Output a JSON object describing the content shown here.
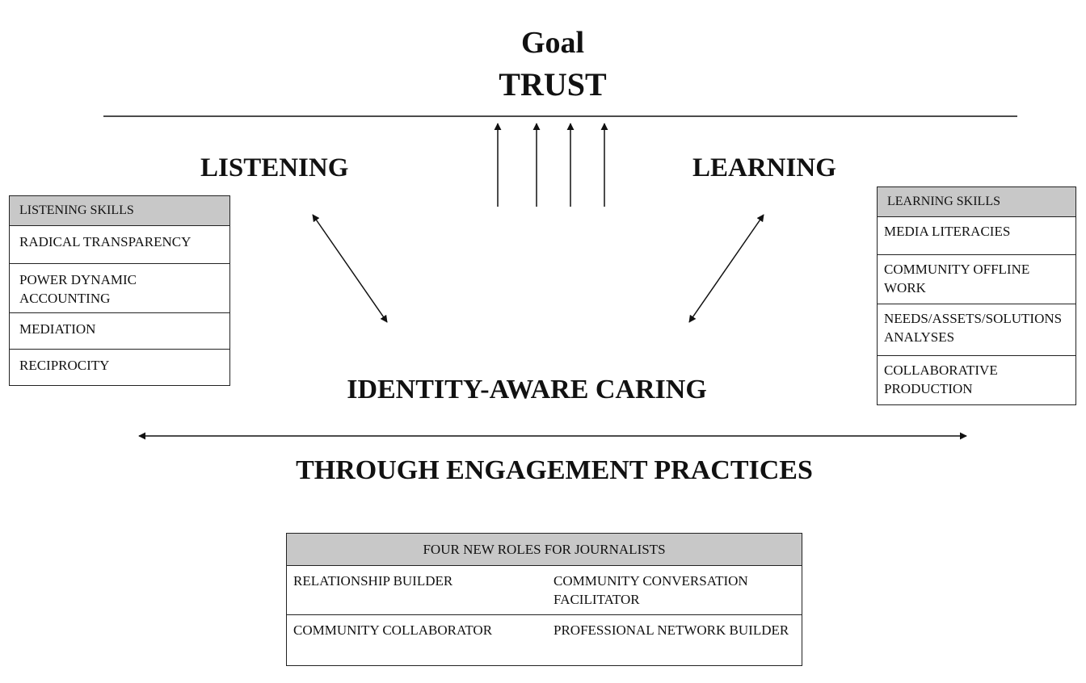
{
  "goal_label": "Goal",
  "goal_value": "TRUST",
  "listening_heading": "LISTENING",
  "learning_heading": "LEARNING",
  "center_heading": "IDENTITY-AWARE CARING",
  "engagement_heading": "THROUGH ENGAGEMENT PRACTICES",
  "listening_skills": {
    "title": "LISTENING SKILLS",
    "items": [
      "RADICAL TRANSPARENCY",
      "POWER DYNAMIC ACCOUNTING",
      "MEDIATION",
      "RECIPROCITY"
    ]
  },
  "learning_skills": {
    "title": "LEARNING SKILLS",
    "items": [
      "MEDIA LITERACIES",
      "COMMUNITY OFFLINE WORK",
      "NEEDS/ASSETS/SOLUTIONS ANALYSES",
      "COLLABORATIVE PRODUCTION"
    ]
  },
  "roles": {
    "title": "FOUR NEW ROLES FOR JOURNALISTS",
    "rows": [
      [
        "RELATIONSHIP BUILDER",
        "COMMUNITY CONVERSATION FACILITATOR"
      ],
      [
        "COMMUNITY COLLABORATOR",
        "PROFESSIONAL NETWORK BUILDER"
      ]
    ]
  }
}
